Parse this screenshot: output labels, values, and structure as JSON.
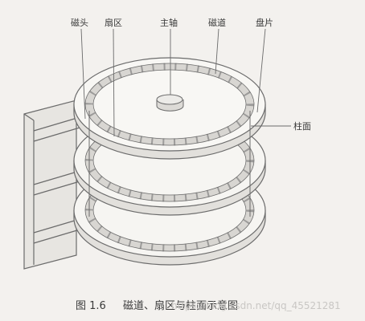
{
  "labels": {
    "head": "磁头",
    "sector": "扇区",
    "spindle": "主轴",
    "track": "磁道",
    "platter": "盘片",
    "cylinder": "柱面"
  },
  "caption": {
    "figure_number": "图 1.6",
    "title": "磁道、扇区与柱面示意图"
  },
  "watermark": "https://blog.csdn.net/qq_45521281",
  "colors": {
    "background": "#f3f1ee",
    "line": "#6b6b6b",
    "track_band": "#d8d6d2"
  }
}
